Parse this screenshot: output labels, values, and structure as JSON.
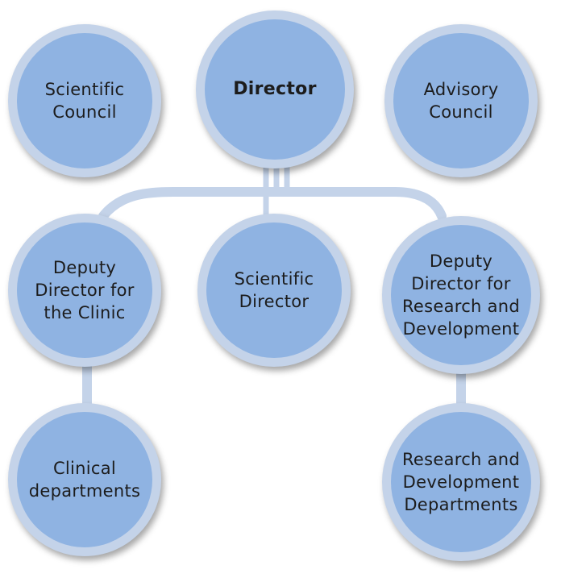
{
  "nodes": {
    "scientific_council": "Scientific Council",
    "director": "Director",
    "advisory_council": "Advisory Council",
    "deputy_clinic": "Deputy Director for the Clinic",
    "scientific_director": "Scientific Director",
    "deputy_research": "Deputy Director for Research and Development",
    "clinical_departments": "Clinical departments",
    "research_departments": "Research and Development Departments"
  },
  "colors": {
    "node_fill": "#8fb3e2",
    "node_ring": "#c4d3e9",
    "connector": "#c4d3e9",
    "text": "#1c1c1c"
  }
}
